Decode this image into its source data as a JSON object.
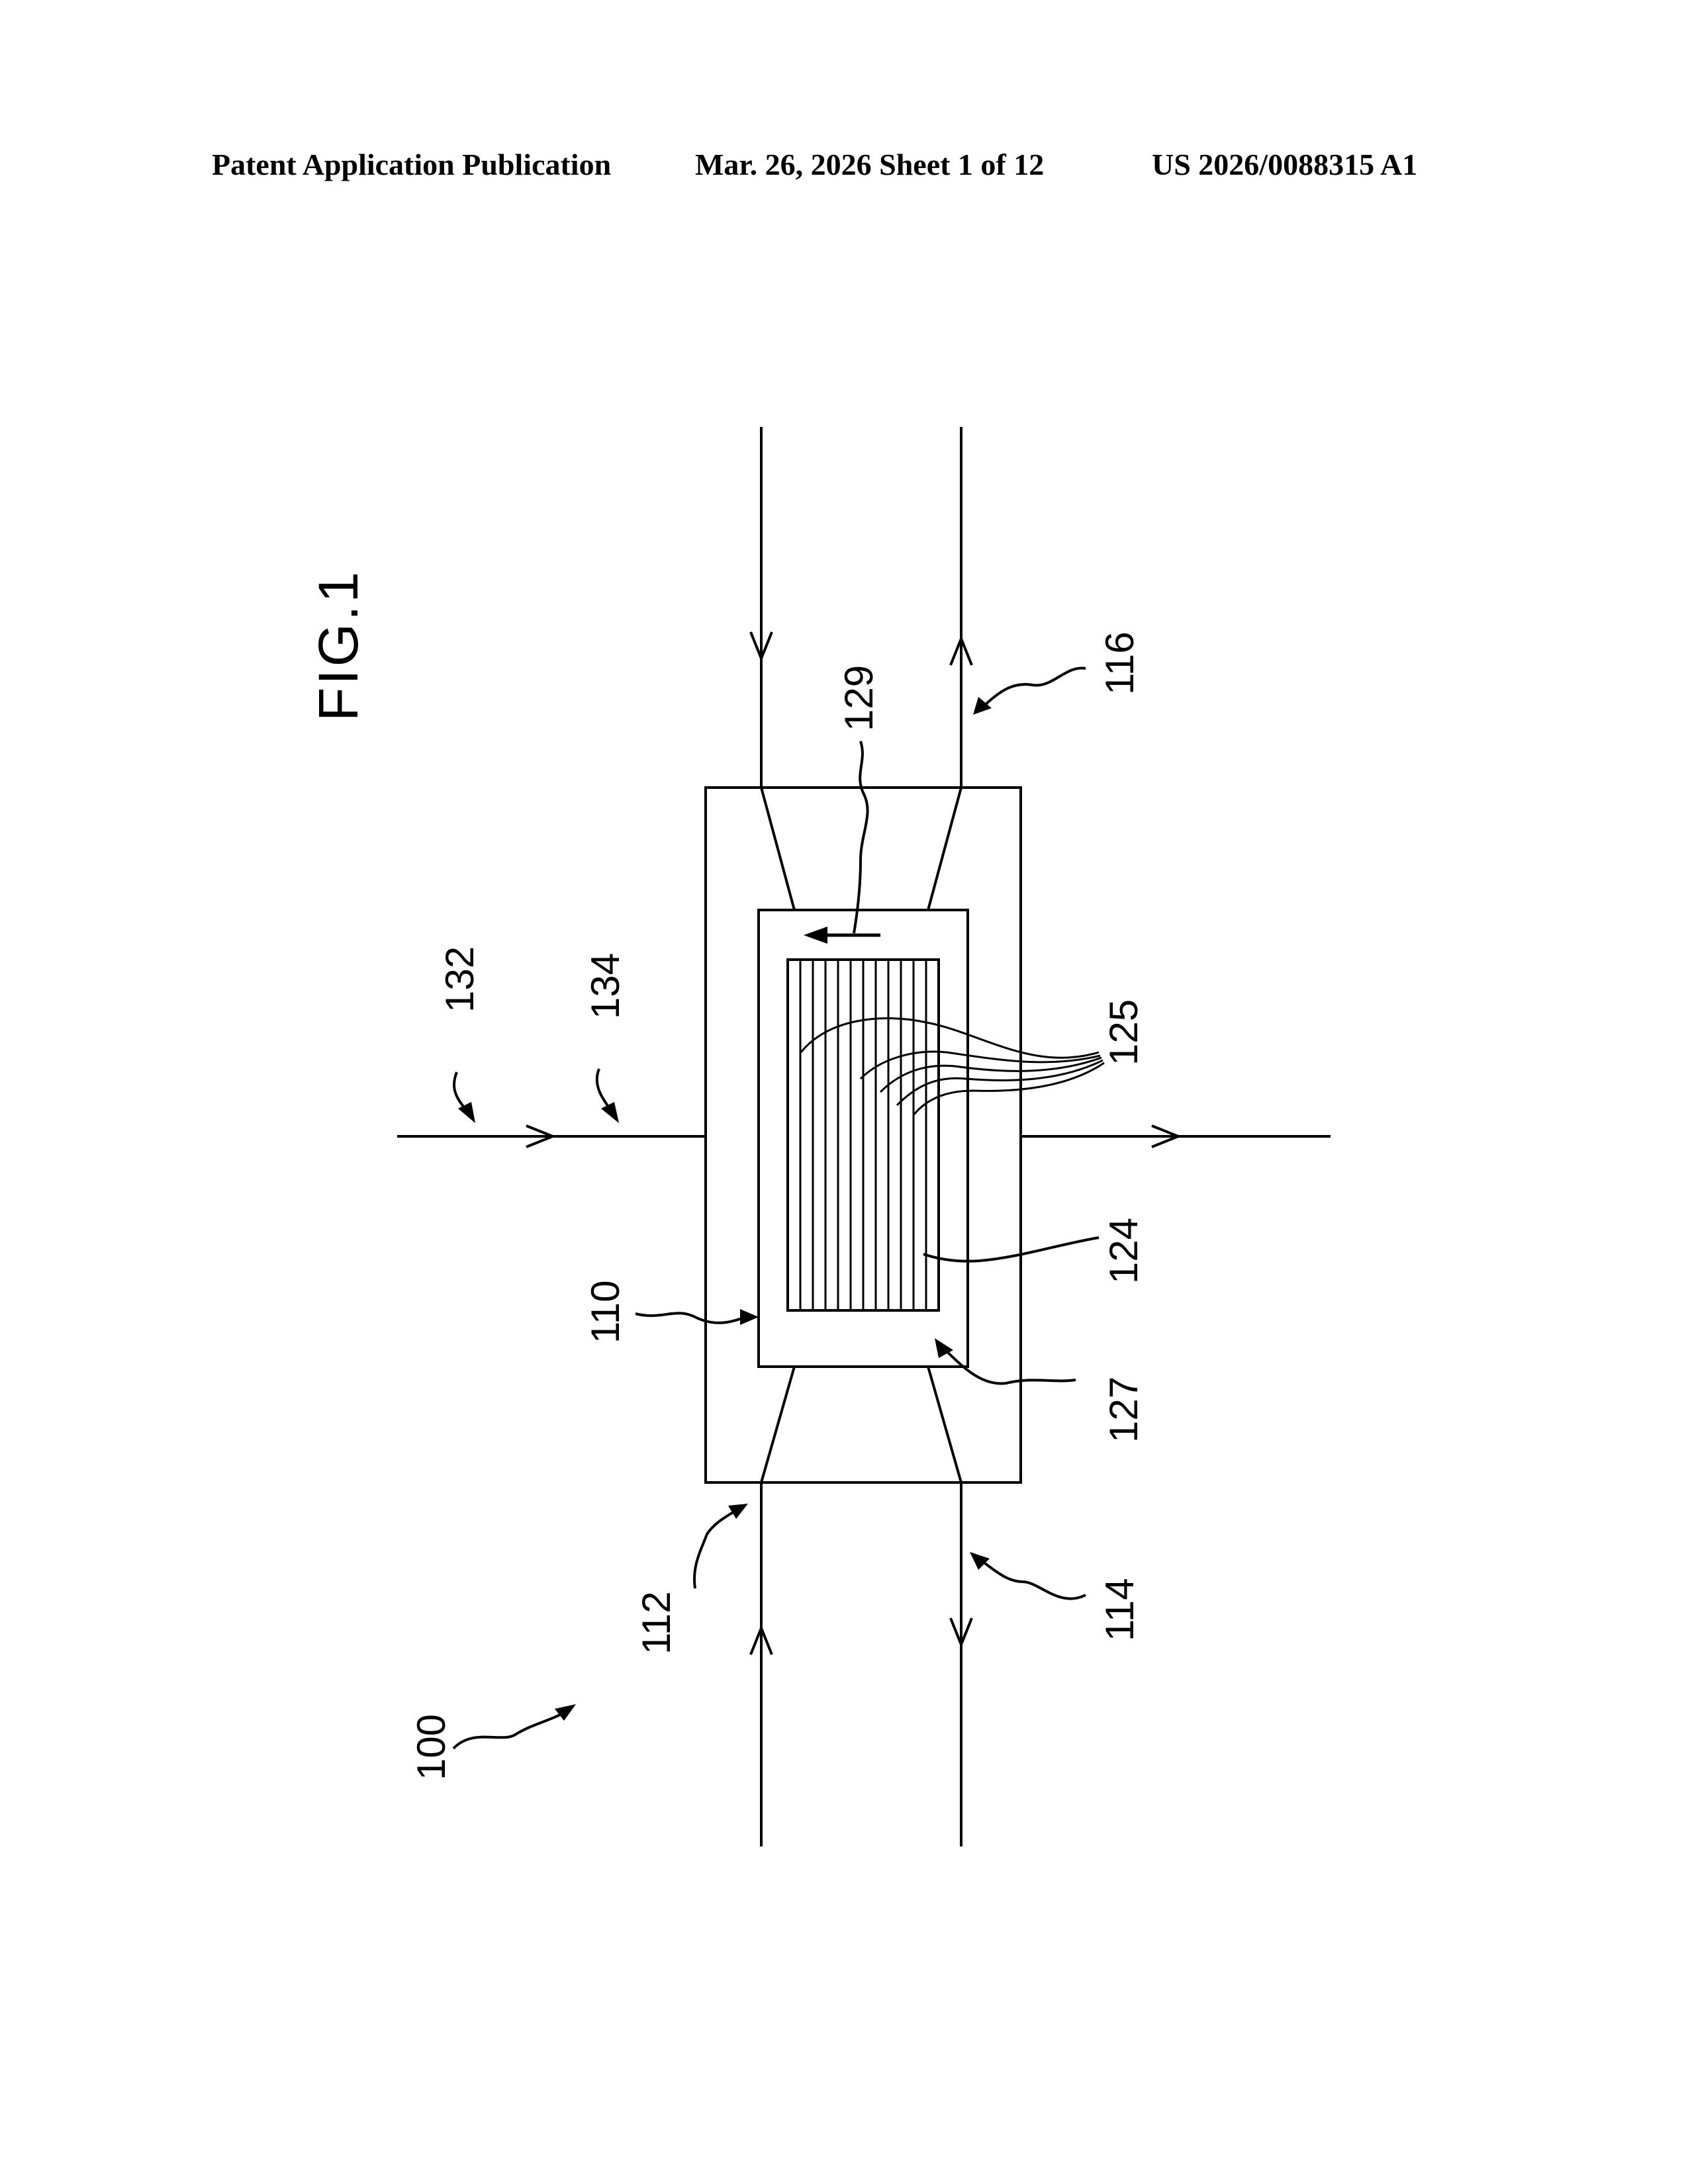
{
  "header": {
    "publication": "Patent Application Publication",
    "date_sheet": "Mar. 26, 2026  Sheet 1 of 12",
    "number": "US 2026/0088315 A1"
  },
  "figure": {
    "title": "FIG.1",
    "labels": {
      "r100": "100",
      "r110": "110",
      "r112": "112",
      "r114": "114",
      "r116": "116",
      "r124": "124",
      "r125": "125",
      "r127": "127",
      "r129": "129",
      "r132": "132",
      "r134": "134"
    }
  }
}
